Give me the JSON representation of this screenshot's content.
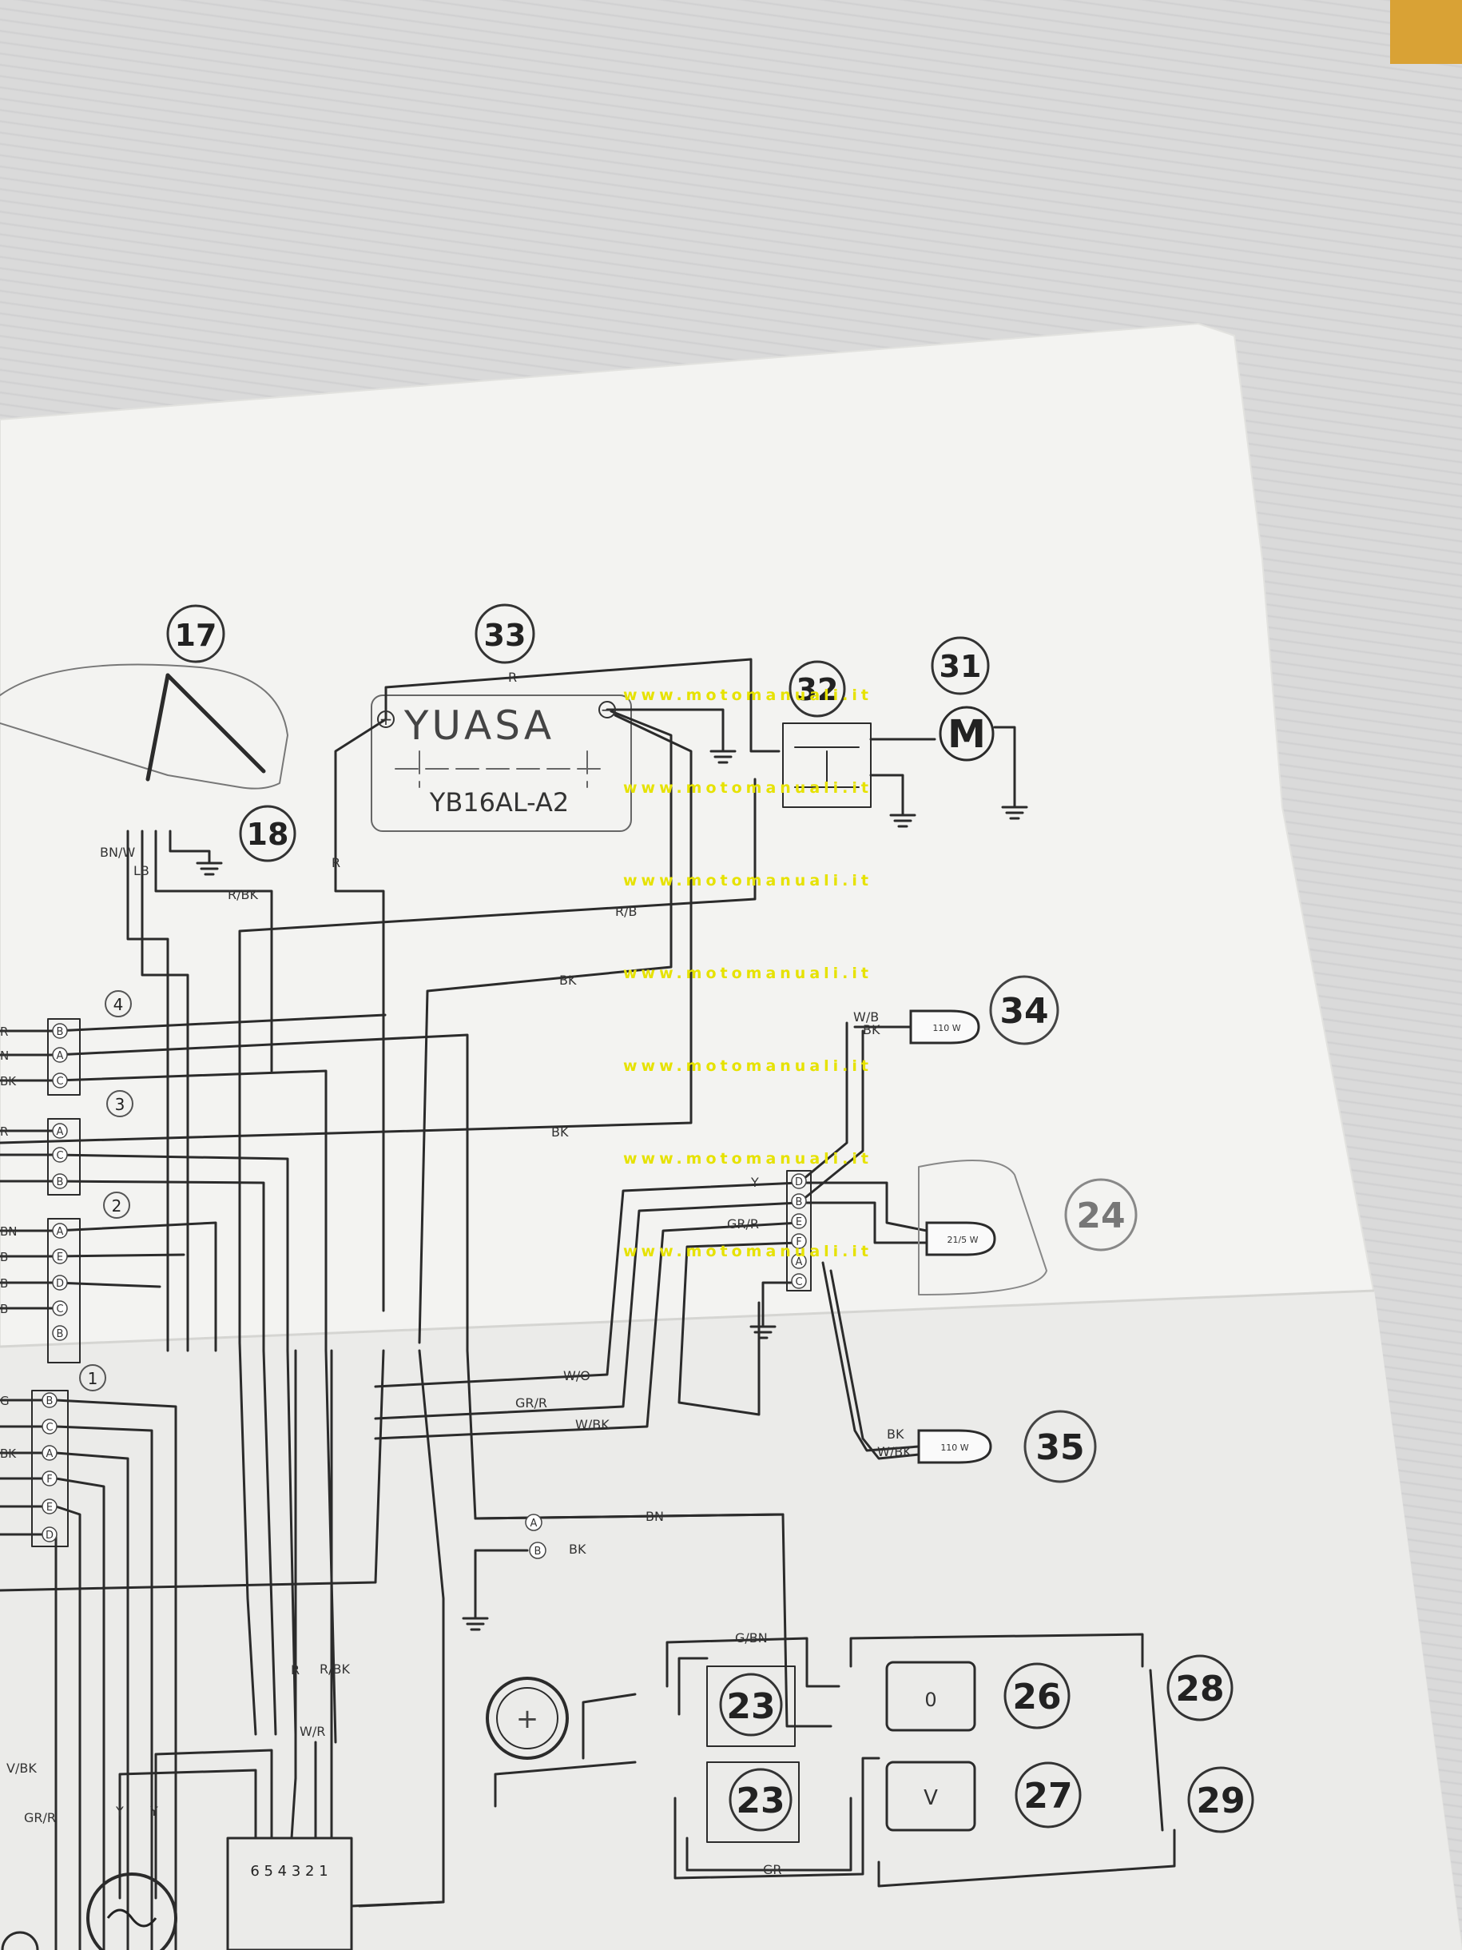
{
  "watermark": {
    "text": "www.motomanuali.it",
    "color": "#e6e200"
  },
  "battery": {
    "brand": "YUASA",
    "model": "YB16AL-A2",
    "plus_symbol": "+",
    "minus_symbol": "−"
  },
  "motor_symbol": "M",
  "components": {
    "c17": "17",
    "c33": "33",
    "c32": "32",
    "c31": "31",
    "c18": "18",
    "c34": "34",
    "c24": "24",
    "c35": "35",
    "c23a": "23",
    "c23b": "23",
    "c26": "26",
    "c27": "27",
    "c28": "28",
    "c29": "29",
    "c4": "4",
    "c3": "3",
    "c2": "2",
    "c1": "1"
  },
  "wire_labels": {
    "r_top": "R",
    "r_left": "R",
    "bn_w": "BN/W",
    "lb": "LB",
    "r_bk": "R/BK",
    "r_b": "R/B",
    "bk_1": "BK",
    "bk_2": "BK",
    "w_b": "W/B",
    "bk_34": "BK",
    "y": "Y",
    "gr_r": "GR/R",
    "w_o": "W/O",
    "gr_r2": "GR/R",
    "w_bk": "W/BK",
    "bk_35": "BK",
    "w_bk_35": "W/BK",
    "bn": "BN",
    "bk_b": "BK",
    "g_bn": "G/BN",
    "gr": "GR",
    "r_low": "R",
    "r_bk_low": "R/BK",
    "w_r": "W/R",
    "y_1": "Y",
    "y_2": "Y",
    "v_bk": "V/BK",
    "gr_r_low": "GR/R"
  },
  "edge_labels": {
    "e1": "R",
    "e2": "N",
    "e3": "BK",
    "e4": "R",
    "e5": "BN",
    "e6": "B",
    "e7": "B",
    "e8": "B",
    "e9": "G",
    "e10": "BK"
  },
  "pins": {
    "A": "A",
    "B": "B",
    "C": "C",
    "D": "D",
    "E": "E",
    "F": "F"
  },
  "regulator_pins": "6 5 4 3 2 1",
  "lamp_symbols": {
    "lamp1": "110 W",
    "lamp2": "21/5 W",
    "lamp3": "110 W"
  },
  "indicator_symbols": {
    "neutral": "0",
    "v": "V"
  },
  "plus_symbol_small": "+",
  "colors": {
    "paper": "#f3f3f1",
    "ink": "#2b2b2b",
    "backdrop": "#d9d9da",
    "orange_corner": "#d9a235"
  }
}
